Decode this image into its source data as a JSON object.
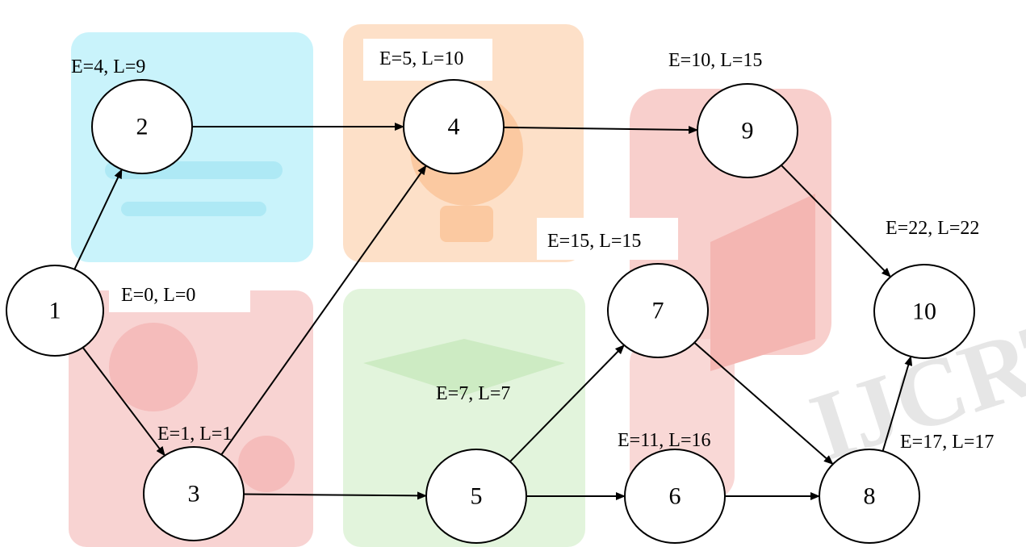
{
  "diagram": {
    "nodes": [
      {
        "id": "1",
        "label": "1",
        "times": "E=0, L=0"
      },
      {
        "id": "2",
        "label": "2",
        "times": "E=4, L=9"
      },
      {
        "id": "3",
        "label": "3",
        "times": "E=1, L=1"
      },
      {
        "id": "4",
        "label": "4",
        "times": "E=5, L=10"
      },
      {
        "id": "5",
        "label": "5",
        "times": "E=7, L=7"
      },
      {
        "id": "6",
        "label": "6",
        "times": "E=11, L=16"
      },
      {
        "id": "7",
        "label": "7",
        "times": "E=15, L=15"
      },
      {
        "id": "8",
        "label": "8",
        "times": "E=17, L=17"
      },
      {
        "id": "9",
        "label": "9",
        "times": "E=10, L=15"
      },
      {
        "id": "10",
        "label": "10",
        "times": "E=22, L=22"
      }
    ],
    "edges": [
      {
        "from": "1",
        "to": "2"
      },
      {
        "from": "1",
        "to": "3"
      },
      {
        "from": "2",
        "to": "4"
      },
      {
        "from": "3",
        "to": "4"
      },
      {
        "from": "3",
        "to": "5"
      },
      {
        "from": "4",
        "to": "9"
      },
      {
        "from": "5",
        "to": "7"
      },
      {
        "from": "5",
        "to": "6"
      },
      {
        "from": "6",
        "to": "8"
      },
      {
        "from": "7",
        "to": "8"
      },
      {
        "from": "9",
        "to": "10"
      },
      {
        "from": "8",
        "to": "10"
      }
    ]
  },
  "watermark": {
    "text": "IJCRT",
    "colors": [
      "#c9f3fb",
      "#fde0c8",
      "#f8cfcc",
      "#e2f4dc"
    ]
  }
}
